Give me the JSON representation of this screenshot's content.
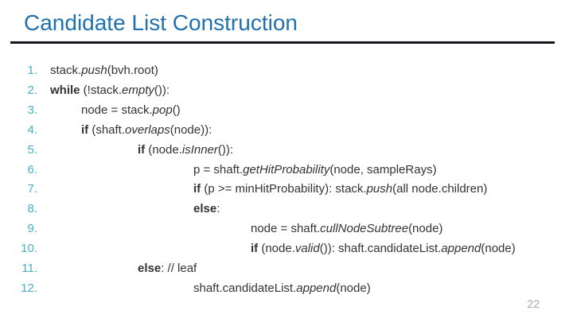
{
  "slide": {
    "title": "Candidate List Construction",
    "page_number": "22"
  },
  "colors": {
    "title_blue": "#2071ae",
    "rule_dark": "#16161f",
    "line_number_teal": "#4aaec6",
    "code_text": "#333333",
    "page_number_gray": "#a6a6a6",
    "background": "#ffffff"
  },
  "code_lines": [
    {
      "number": "1.",
      "indent_level": 0,
      "segments": [
        {
          "text": "stack.",
          "style": "normal"
        },
        {
          "text": "push",
          "style": "italic"
        },
        {
          "text": "(bvh.root)",
          "style": "normal"
        }
      ]
    },
    {
      "number": "2.",
      "indent_level": 0,
      "segments": [
        {
          "text": "while",
          "style": "bold"
        },
        {
          "text": " (!stack.",
          "style": "normal"
        },
        {
          "text": "empty",
          "style": "italic"
        },
        {
          "text": "()):",
          "style": "normal"
        }
      ]
    },
    {
      "number": "3.",
      "indent_level": 1,
      "segments": [
        {
          "text": "node = stack.",
          "style": "normal"
        },
        {
          "text": "pop",
          "style": "italic"
        },
        {
          "text": "()",
          "style": "normal"
        }
      ]
    },
    {
      "number": "4.",
      "indent_level": 1,
      "segments": [
        {
          "text": "if",
          "style": "bold"
        },
        {
          "text": " (shaft.",
          "style": "normal"
        },
        {
          "text": "overlaps",
          "style": "italic"
        },
        {
          "text": "(node)):",
          "style": "normal"
        }
      ]
    },
    {
      "number": "5.",
      "indent_level": 2,
      "segments": [
        {
          "text": "if",
          "style": "bold"
        },
        {
          "text": " (node.",
          "style": "normal"
        },
        {
          "text": "isInner",
          "style": "italic"
        },
        {
          "text": "()):",
          "style": "normal"
        }
      ]
    },
    {
      "number": "6.",
      "indent_level": 3,
      "segments": [
        {
          "text": "p = shaft.",
          "style": "normal"
        },
        {
          "text": "getHitProbability",
          "style": "italic"
        },
        {
          "text": "(node, sampleRays)",
          "style": "normal"
        }
      ]
    },
    {
      "number": "7.",
      "indent_level": 3,
      "segments": [
        {
          "text": "if",
          "style": "bold"
        },
        {
          "text": " (p >= minHitProbability): stack.",
          "style": "normal"
        },
        {
          "text": "push",
          "style": "italic"
        },
        {
          "text": "(all node.children)",
          "style": "normal"
        }
      ]
    },
    {
      "number": "8.",
      "indent_level": 3,
      "segments": [
        {
          "text": "else",
          "style": "bold"
        },
        {
          "text": ":",
          "style": "normal"
        }
      ]
    },
    {
      "number": "9.",
      "indent_level": 4,
      "segments": [
        {
          "text": "node = shaft.",
          "style": "normal"
        },
        {
          "text": "cullNodeSubtree",
          "style": "italic"
        },
        {
          "text": "(node)",
          "style": "normal"
        }
      ]
    },
    {
      "number": "10.",
      "indent_level": 4,
      "segments": [
        {
          "text": "if",
          "style": "bold"
        },
        {
          "text": " (node.",
          "style": "normal"
        },
        {
          "text": "valid",
          "style": "italic"
        },
        {
          "text": "()): shaft.candidateList.",
          "style": "normal"
        },
        {
          "text": "append",
          "style": "italic"
        },
        {
          "text": "(node)",
          "style": "normal"
        }
      ]
    },
    {
      "number": "11.",
      "indent_level": 2,
      "segments": [
        {
          "text": "else",
          "style": "bold"
        },
        {
          "text": ": // leaf",
          "style": "normal"
        }
      ]
    },
    {
      "number": "12.",
      "indent_level": 3,
      "segments": [
        {
          "text": "shaft.candidateList.",
          "style": "normal"
        },
        {
          "text": "append",
          "style": "italic"
        },
        {
          "text": "(node)",
          "style": "normal"
        }
      ]
    }
  ]
}
